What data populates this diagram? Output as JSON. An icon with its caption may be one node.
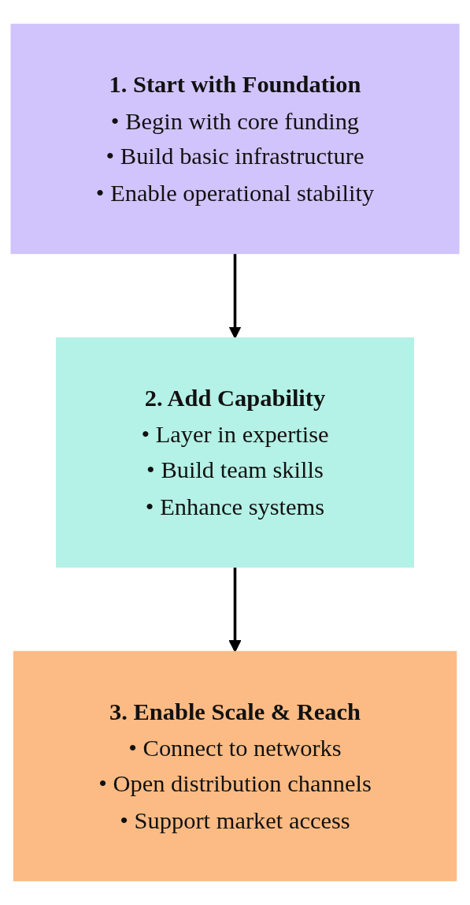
{
  "diagram": {
    "nodes": [
      {
        "text": [
          "1.  Start with Foundation",
          "• Begin with core funding",
          "• Build basic infrastructure",
          "• Enable operational stability"
        ]
      },
      {
        "text": [
          "2.  Add Capability",
          "• Layer in expertise",
          "• Build team skills",
          "• Enhance systems"
        ]
      },
      {
        "text": [
          "3.  Enable Scale & Reach",
          "• Connect to networks",
          "• Open distribution channels",
          "• Support market access"
        ]
      }
    ],
    "edges": [
      {
        "from": 0,
        "to": 1,
        "arrow": "to"
      },
      {
        "from": 1,
        "to": 2,
        "arrow": "to"
      }
    ]
  }
}
